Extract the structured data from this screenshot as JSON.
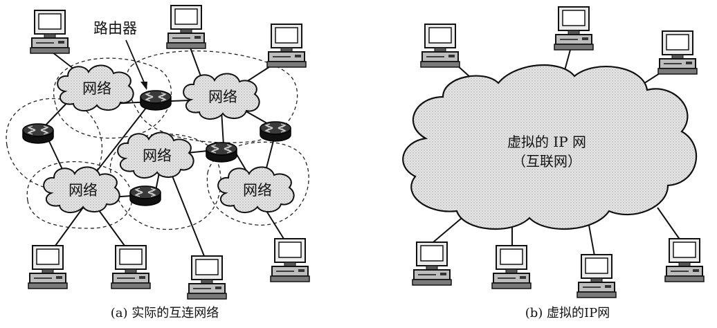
{
  "left": {
    "router_label": "路由器",
    "network_label": "网络",
    "caption": "(a) 实际的互连网络"
  },
  "right": {
    "cloud_line1": "虚拟的 IP 网",
    "cloud_line2": "（互联网）",
    "caption": "(b) 虚拟的IP网"
  },
  "colors": {
    "line": "#111111",
    "cloud_fill": "#e2e2e2",
    "router_fill": "#1a1a1a",
    "computer_fill": "#dddddd"
  }
}
